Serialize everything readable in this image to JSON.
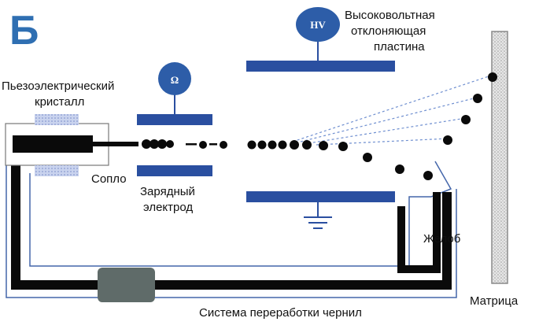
{
  "panel_letter": "Б",
  "labels": {
    "piezo": [
      "Пьезоэлектрический",
      "кристалл"
    ],
    "nozzle": "Сопло",
    "charge_electrode": [
      "Зарядный",
      "электрод"
    ],
    "hv_plate": [
      "Высоковольтная",
      "отклоняющая",
      "пластина"
    ],
    "gutter": "Желоб",
    "substrate": "Матрица",
    "ink_system": "Система переработки чернил"
  },
  "badges": {
    "resistance": "Ω",
    "high_voltage": "HV"
  },
  "colors": {
    "accent_blue": "#2f6fb2",
    "badge_blue": "#2d5da8",
    "plate_blue": "#2a4fa0",
    "ink_black": "#0a0a0a",
    "pump_gray": "#5f6b69",
    "line_blue": "#4466aa"
  }
}
